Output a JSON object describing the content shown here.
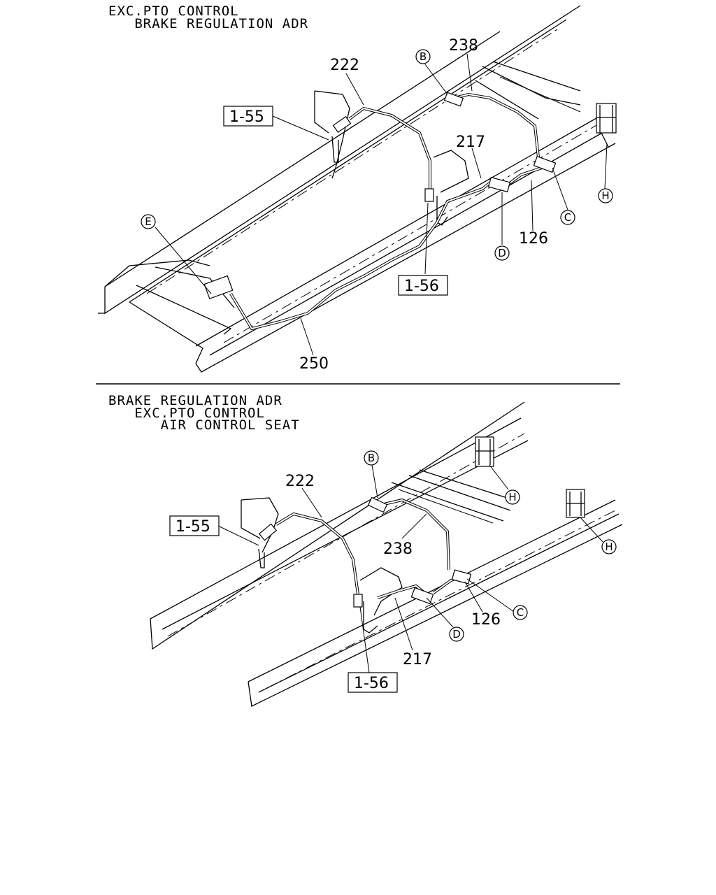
{
  "top": {
    "header": [
      "EXC.PTO CONTROL",
      "   BRAKE REGULATION ADR"
    ],
    "refs": [
      "1-55",
      "1-56"
    ],
    "numbers": [
      "222",
      "238",
      "217",
      "126",
      "250"
    ],
    "letters": [
      "B",
      "C",
      "D",
      "E",
      "H"
    ]
  },
  "bottom": {
    "header": [
      "BRAKE REGULATION ADR",
      "   EXC.PTO CONTROL",
      "      AIR CONTROL SEAT"
    ],
    "refs": [
      "1-55",
      "1-56"
    ],
    "numbers": [
      "222",
      "238",
      "217",
      "126"
    ],
    "letters": [
      "B",
      "H",
      "H",
      "C",
      "D"
    ]
  }
}
